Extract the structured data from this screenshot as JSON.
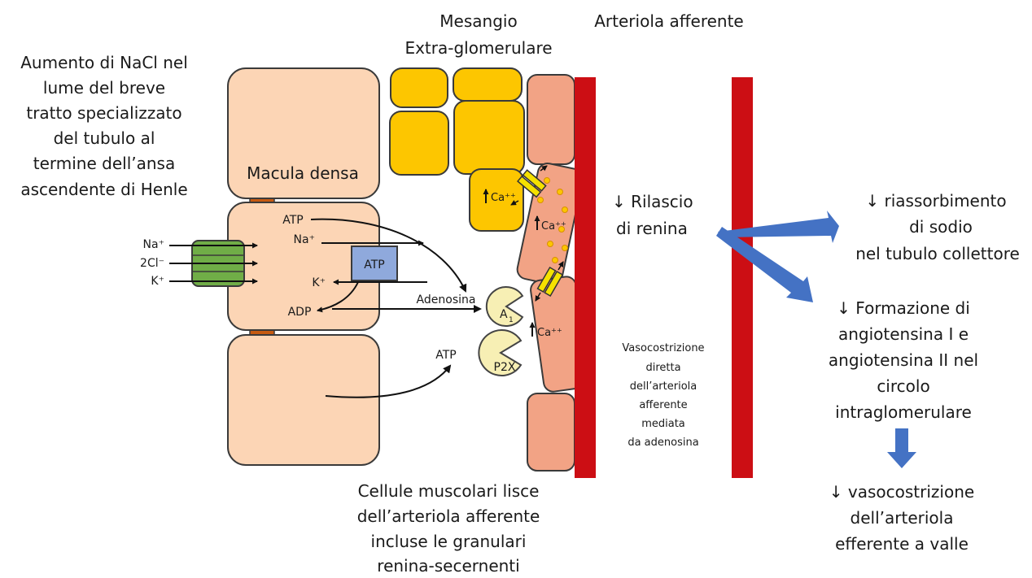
{
  "labels": {
    "mesangio_line1": "Mesangio",
    "mesangio_line2": "Extra-glomerulare",
    "arteriola_afferente": "Arteriola afferente",
    "aumento_nacl": [
      "Aumento di NaCl nel",
      "lume del breve",
      "tratto specializzato",
      "del tubulo al",
      "termine dell’ansa",
      "ascendente di Henle"
    ],
    "macula_densa": "Macula densa",
    "ions_left": [
      "Na⁺",
      "2Cl⁻",
      "K⁺"
    ],
    "atp_top": "ATP",
    "na_inner": "Na⁺",
    "atp_pump": "ATP",
    "k_inner": "K⁺",
    "adp": "ADP",
    "adenosina": "Adenosina",
    "a1": "A",
    "a1_sub": "1",
    "atp_lower": "ATP",
    "p2x": "P2X",
    "ca_mes": "Ca⁺⁺",
    "ca_upper": "Ca⁺⁺",
    "ca_lower": "Ca⁺⁺",
    "rilascio": [
      "↓ Rilascio",
      "di renina"
    ],
    "vasocostrizione": [
      "Vasocostrizione",
      "diretta",
      "dell’arteriola",
      "afferente",
      "mediata",
      "da adenosina"
    ],
    "riassorbimento": [
      "↓ riassorbimento",
      "di sodio",
      "nel tubulo collettore"
    ],
    "formazione": [
      "↓ Formazione di",
      "angiotensina I e",
      "angiotensina II nel",
      "circolo",
      "intraglomerulare"
    ],
    "vasocostrizione_efferente": [
      "↓ vasocostrizione",
      "dell’arteriola",
      "efferente a valle"
    ],
    "cellule_muscolari": [
      "Cellule muscolari lisce",
      "dell’arteriola afferente",
      "incluse le granulari",
      "renina-secernenti"
    ]
  },
  "colors": {
    "cell": "#fcd5b5",
    "smooth_muscle": "#f2a385",
    "mesangial": "#fdc600",
    "vessel_red": "#cc0e14",
    "transporter_green": "#70ad47",
    "pump_blue": "#8fa9dc",
    "receptor": "#f7efb4",
    "arrow_blue": "#4472c4",
    "junction": "#c55a11"
  }
}
